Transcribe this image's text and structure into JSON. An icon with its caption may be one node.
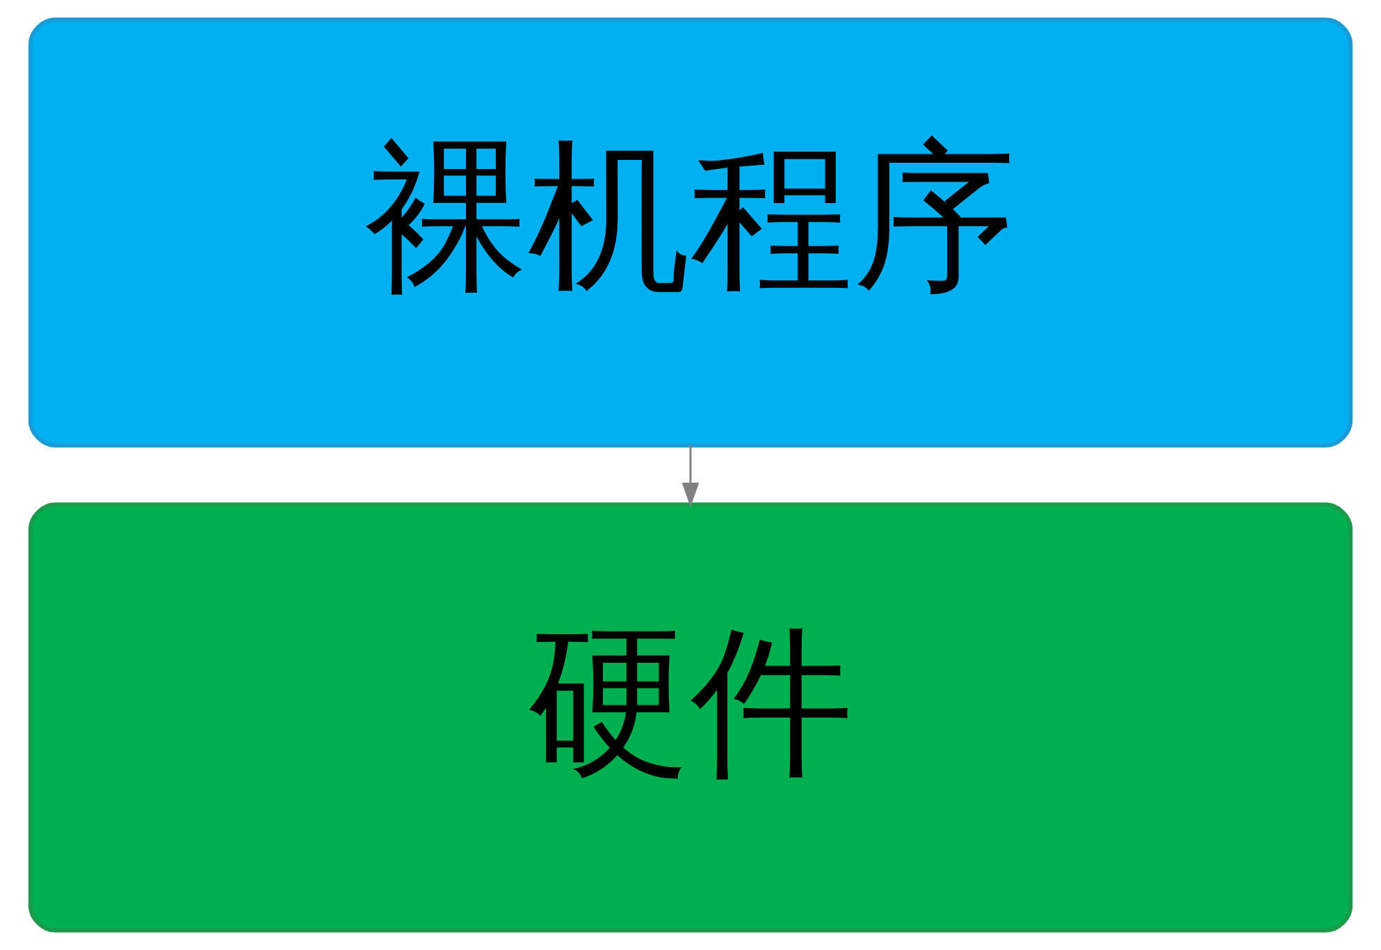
{
  "diagram": {
    "nodes": [
      {
        "text": [
          "裸机程序"
        ]
      },
      {
        "text": [
          "硬件"
        ]
      }
    ],
    "edges": [
      {
        "from": 0,
        "to": 1,
        "arrow": "to",
        "color": "#808080"
      }
    ]
  }
}
